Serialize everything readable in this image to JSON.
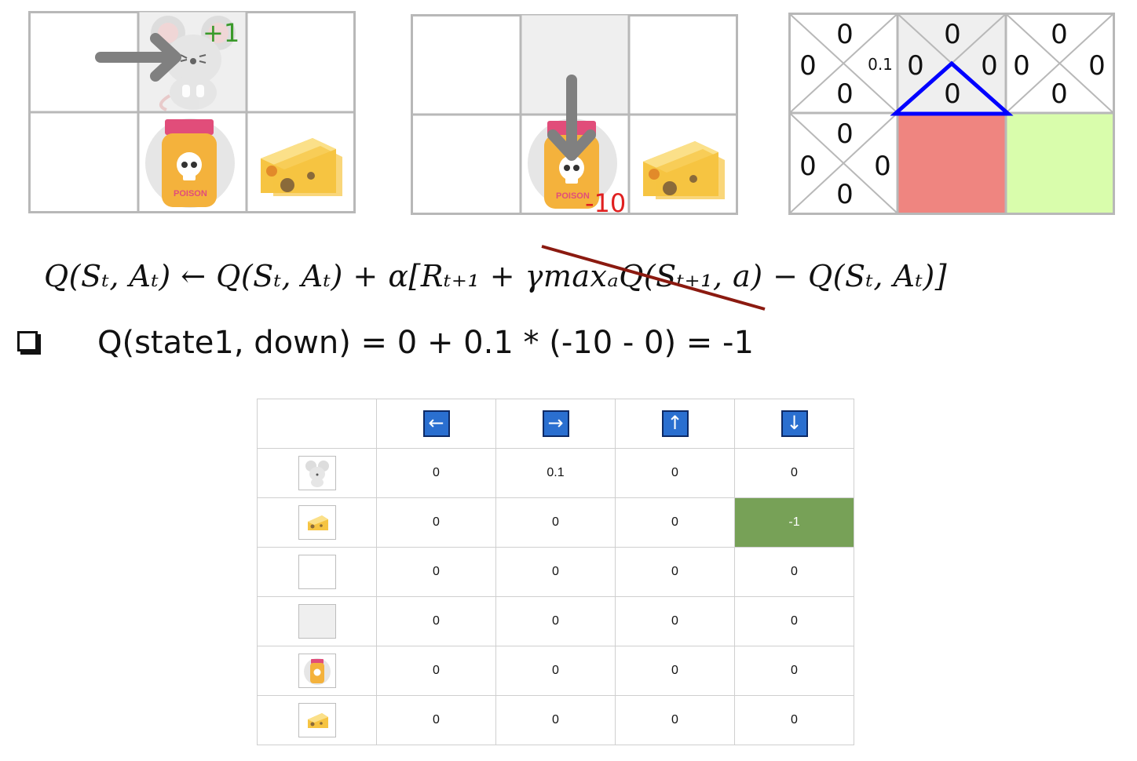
{
  "panel1": {
    "reward_label": "+1"
  },
  "panel2": {
    "reward_label": "-10",
    "poison_label": "POISON"
  },
  "panel1_poison_label": "POISON",
  "panel3": {
    "cell_a": {
      "top": "0",
      "left": "0",
      "right": "0.1",
      "bottom": "0"
    },
    "cell_b": {
      "top": "0",
      "left": "0",
      "right": "0",
      "bottom": "0"
    },
    "cell_c": {
      "top": "0",
      "left": "0",
      "right": "0",
      "bottom": "0"
    },
    "cell_d": {
      "top": "0",
      "left": "0",
      "right": "0",
      "bottom": "0"
    },
    "colors": {
      "red": "#ef8580",
      "green": "#d9fdac",
      "highlight_blue": "#0000ff"
    }
  },
  "equation": {
    "lhs": "Q(S",
    "text": "Q(Sₜ, Aₜ) ← Q(Sₜ, Aₜ) + α[Rₜ₊₁ + γmaxₐQ(Sₜ₊₁, a) − Q(Sₜ, Aₜ)]",
    "part_before": "Q(Sₜ, Aₜ) ← Q(Sₜ, Aₜ) + α[Rₜ₊₁ + γmaxₐQ(Sₜ₊₁, a) − Q(Sₜ, Aₜ)]",
    "strike_color": "#8b1a10"
  },
  "bullet": {
    "text": "Q(state1, down) = 0 + 0.1 * (-10 - 0) = -1"
  },
  "qtable": {
    "headers": [
      {
        "icon": "left-arrow-icon",
        "glyph": "←"
      },
      {
        "icon": "right-arrow-icon",
        "glyph": "→"
      },
      {
        "icon": "up-arrow-icon",
        "glyph": "↑"
      },
      {
        "icon": "down-arrow-icon",
        "glyph": "↓"
      }
    ],
    "rows": [
      {
        "state_icon": "mouse-icon",
        "values": [
          "0",
          "0.1",
          "0",
          "0"
        ]
      },
      {
        "state_icon": "cheese-icon",
        "values": [
          "0",
          "0",
          "0",
          "-1"
        ]
      },
      {
        "state_icon": "empty-white-cell-icon",
        "values": [
          "0",
          "0",
          "0",
          "0"
        ]
      },
      {
        "state_icon": "empty-gray-cell-icon",
        "values": [
          "0",
          "0",
          "0",
          "0"
        ]
      },
      {
        "state_icon": "poison-icon",
        "values": [
          "0",
          "0",
          "0",
          "0"
        ]
      },
      {
        "state_icon": "cheese-icon",
        "values": [
          "0",
          "0",
          "0",
          "0"
        ]
      }
    ],
    "highlight_color": "#77a157"
  }
}
